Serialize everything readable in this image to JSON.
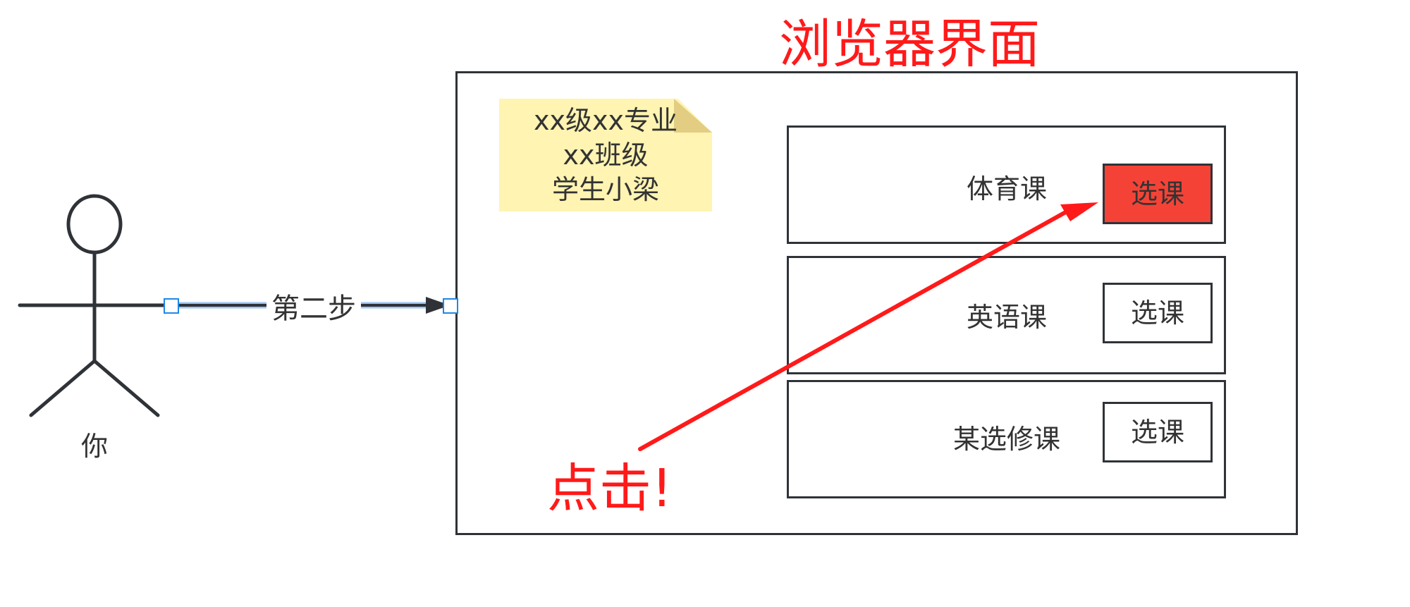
{
  "diagram": {
    "title": "浏览器界面",
    "note_lines": [
      "xx级xx专业",
      "xx班级",
      "学生小梁"
    ],
    "courses": [
      {
        "name": "体育课",
        "button_label": "选课",
        "selected": true
      },
      {
        "name": "英语课",
        "button_label": "选课",
        "selected": false
      },
      {
        "name": "某选修课",
        "button_label": "选课",
        "selected": false
      }
    ],
    "connector_label": "第二步",
    "actor_label": "你",
    "annotation": "点击!",
    "colors": {
      "title": "#ff1a1a",
      "annotation_arrow": "#ff1a1a",
      "selected_button": "#f44336",
      "sticky_note": "#fff4b2",
      "outline": "#2f3338",
      "selection_handle": "#1e88e5"
    }
  }
}
